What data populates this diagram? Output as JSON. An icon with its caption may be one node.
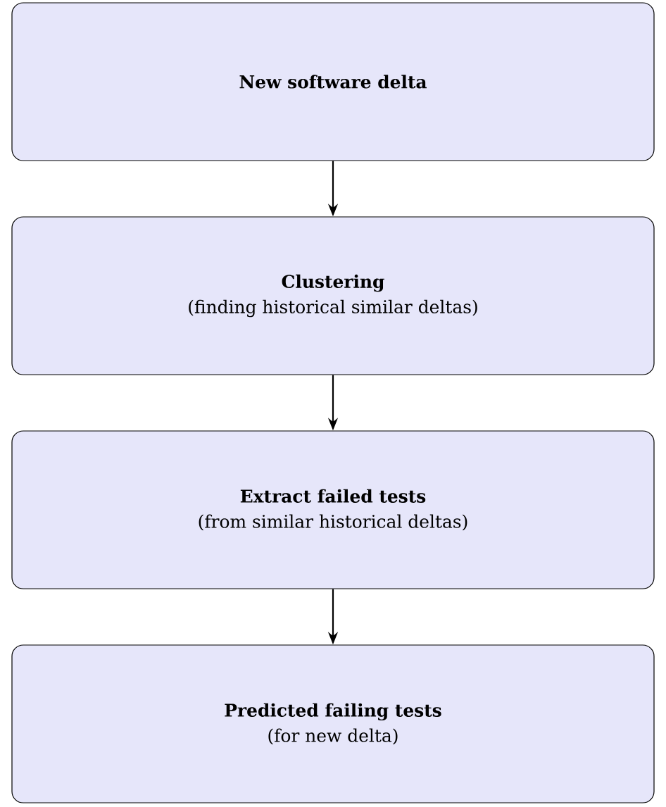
{
  "diagram": {
    "nodes": [
      {
        "text": [
          "New software delta"
        ]
      },
      {
        "text": [
          "Clustering",
          "(finding historical similar deltas)"
        ]
      },
      {
        "text": [
          "Extract failed tests",
          "(from similar historical deltas)"
        ]
      },
      {
        "text": [
          "Predicted failing tests",
          "(for new delta)"
        ]
      }
    ],
    "edges": [
      {
        "from": 0,
        "to": 1,
        "arrow": "to"
      },
      {
        "from": 1,
        "to": 2,
        "arrow": "to"
      },
      {
        "from": 2,
        "to": 3,
        "arrow": "to"
      }
    ]
  }
}
